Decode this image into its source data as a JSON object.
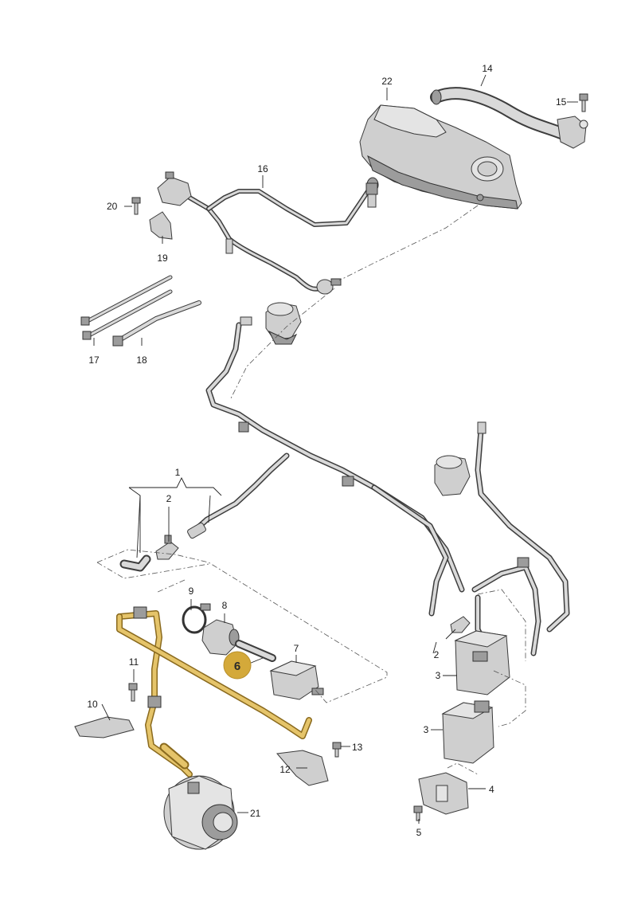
{
  "diagram": {
    "highlight_color": "#d4a93a",
    "highlight_badge": "6",
    "callouts": {
      "c1": "1",
      "c2a": "2",
      "c2b": "2",
      "c3a": "3",
      "c3b": "3",
      "c4": "4",
      "c5": "5",
      "c7": "7",
      "c8": "8",
      "c9": "9",
      "c10": "10",
      "c11": "11",
      "c12": "12",
      "c13": "13",
      "c14": "14",
      "c15": "15",
      "c16": "16",
      "c17": "17",
      "c18": "18",
      "c19": "19",
      "c20": "20",
      "c21": "21",
      "c22": "22"
    }
  }
}
